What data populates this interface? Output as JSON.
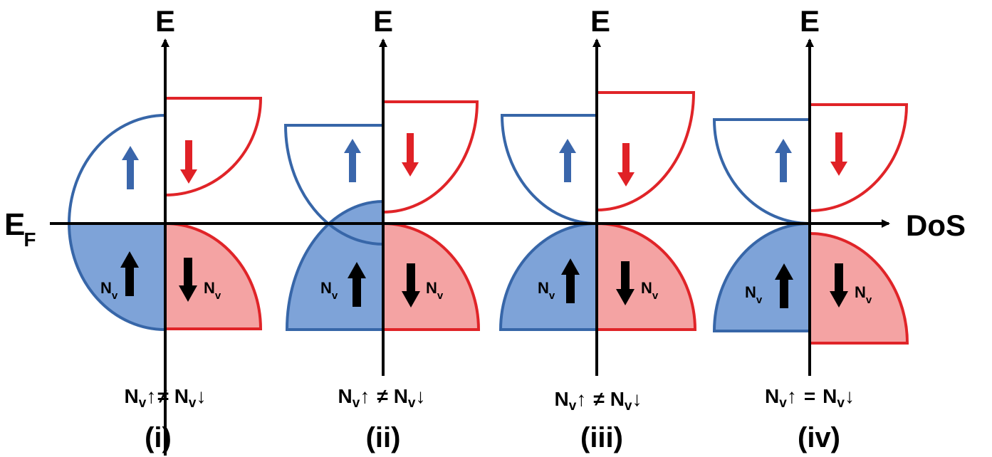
{
  "axes": {
    "energy_label": "E",
    "fermi_label": "E",
    "fermi_subscript": "F",
    "dos_label": "DoS"
  },
  "colors": {
    "spin_up_stroke": "#3766a8",
    "spin_up_fill": "#7ea3d8",
    "spin_down_stroke": "#e02428",
    "spin_down_fill": "#f4a3a3",
    "up_arrow": "#3a66ab",
    "down_arrow": "#e02126",
    "axis": "#000000"
  },
  "panels": [
    {
      "id": "i",
      "label": "(i)",
      "relation": {
        "n": "N",
        "sub": "v",
        "up": "↑",
        "sym": "≠",
        "down": "↓"
      },
      "filled_up_label": {
        "n": "N",
        "sub": "v"
      },
      "filled_down_label": {
        "n": "N",
        "sub": "v"
      }
    },
    {
      "id": "ii",
      "label": "(ii)",
      "relation": {
        "n": "N",
        "sub": "v",
        "up": "↑",
        "sym": "≠",
        "down": "↓"
      },
      "filled_up_label": {
        "n": "N",
        "sub": "v"
      },
      "filled_down_label": {
        "n": "N",
        "sub": "v"
      }
    },
    {
      "id": "iii",
      "label": "(iii)",
      "relation": {
        "n": "N",
        "sub": "v",
        "up": "↑",
        "sym": "≠",
        "down": "↓"
      },
      "filled_up_label": {
        "n": "N",
        "sub": "v"
      },
      "filled_down_label": {
        "n": "N",
        "sub": "v"
      }
    },
    {
      "id": "iv",
      "label": "(iv)",
      "relation": {
        "n": "N",
        "sub": "v",
        "up": "↑",
        "sym": "=",
        "down": "↓"
      },
      "filled_up_label": {
        "n": "N",
        "sub": "v"
      },
      "filled_down_label": {
        "n": "N",
        "sub": "v"
      }
    }
  ]
}
